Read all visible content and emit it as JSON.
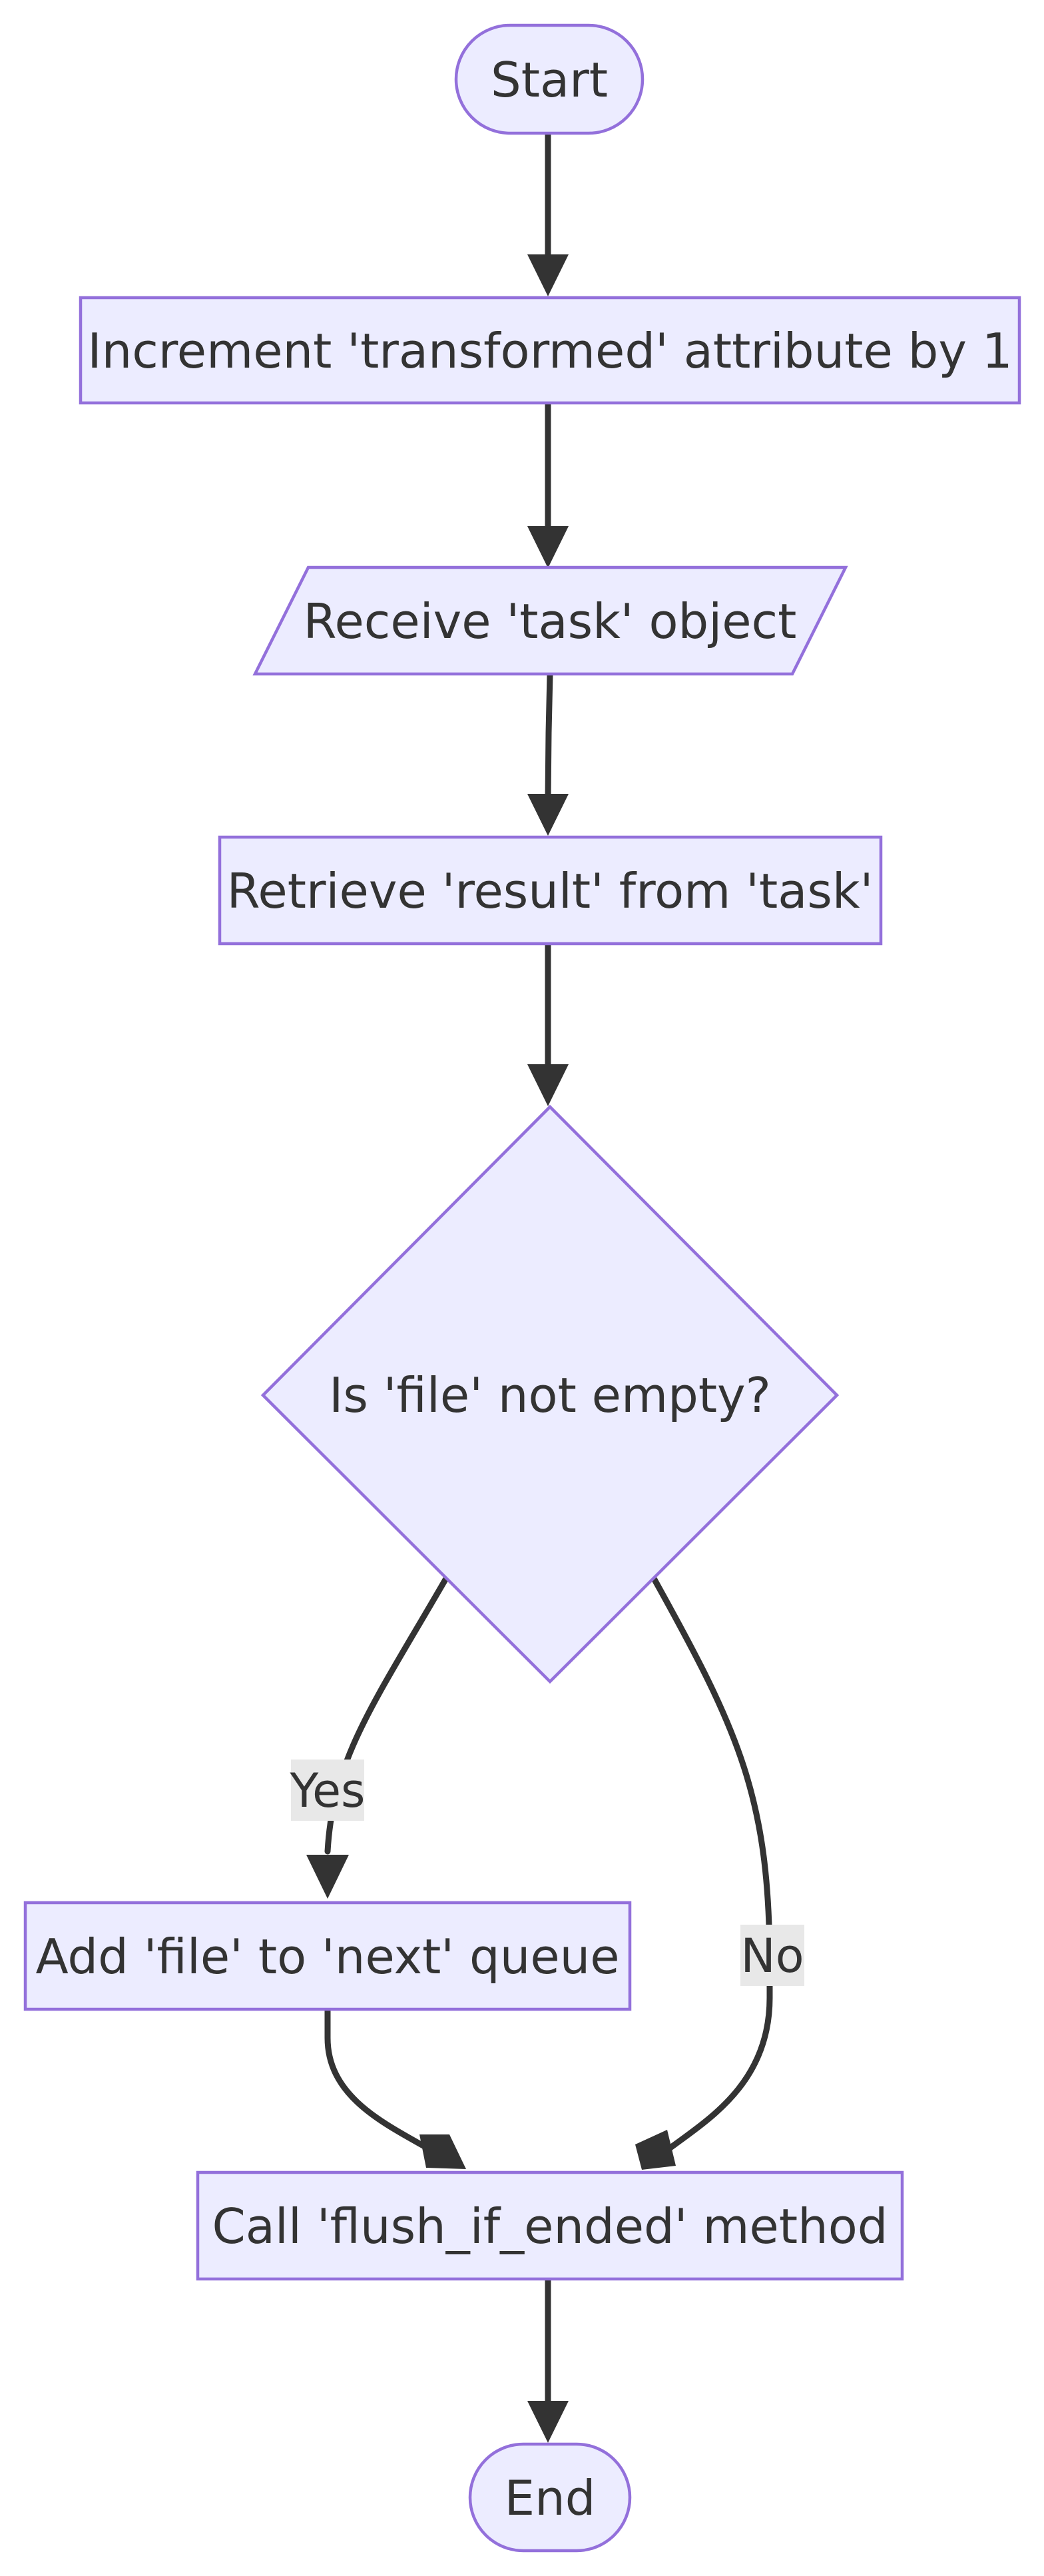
{
  "diagram": {
    "nodes": {
      "start": "Start",
      "increment": "Increment 'transformed' attribute by 1",
      "receive": "Receive 'task' object",
      "retrieve": "Retrieve 'result' from 'task'",
      "decision": "Is 'file' not empty?",
      "add_file": "Add 'file' to 'next' queue",
      "flush": "Call 'flush_if_ended' method",
      "end": "End"
    },
    "edge_labels": {
      "yes": "Yes",
      "no": "No"
    },
    "colors": {
      "node_fill": "#ECECFF",
      "node_stroke": "#9370DB",
      "edge": "#333333",
      "label_bg": "#E8E8E8",
      "text": "#333333"
    }
  }
}
